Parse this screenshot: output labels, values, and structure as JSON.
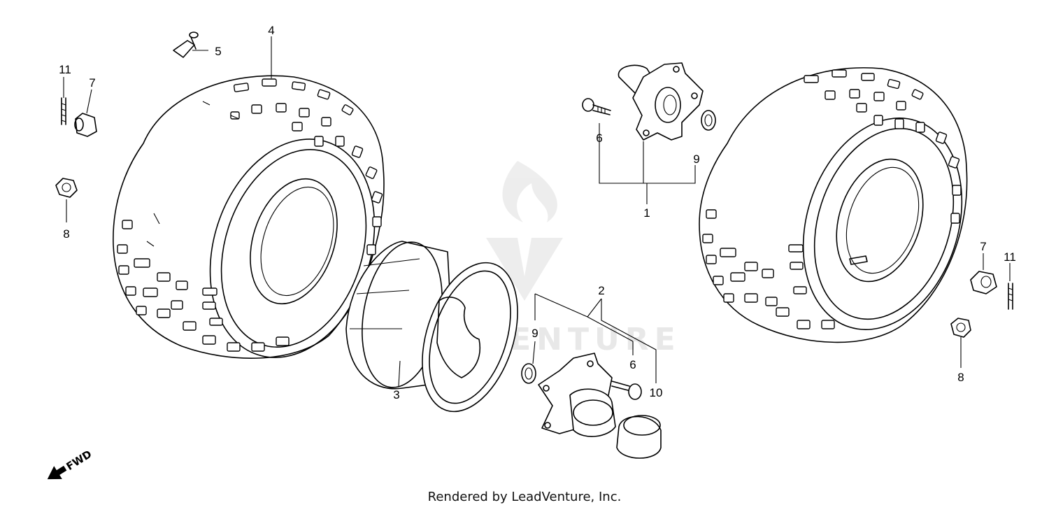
{
  "diagram": {
    "callouts": {
      "c1": "1",
      "c2": "2",
      "c3": "3",
      "c4": "4",
      "c5": "5",
      "c6a": "6",
      "c6b": "6",
      "c7a": "7",
      "c7b": "7",
      "c8a": "8",
      "c8b": "8",
      "c9a": "9",
      "c9b": "9",
      "c10": "10",
      "c11a": "11",
      "c11b": "11"
    },
    "fwd_label": "FWD",
    "watermark": "LEADVENTURE"
  },
  "footer": {
    "text": "Rendered by LeadVenture, Inc."
  }
}
